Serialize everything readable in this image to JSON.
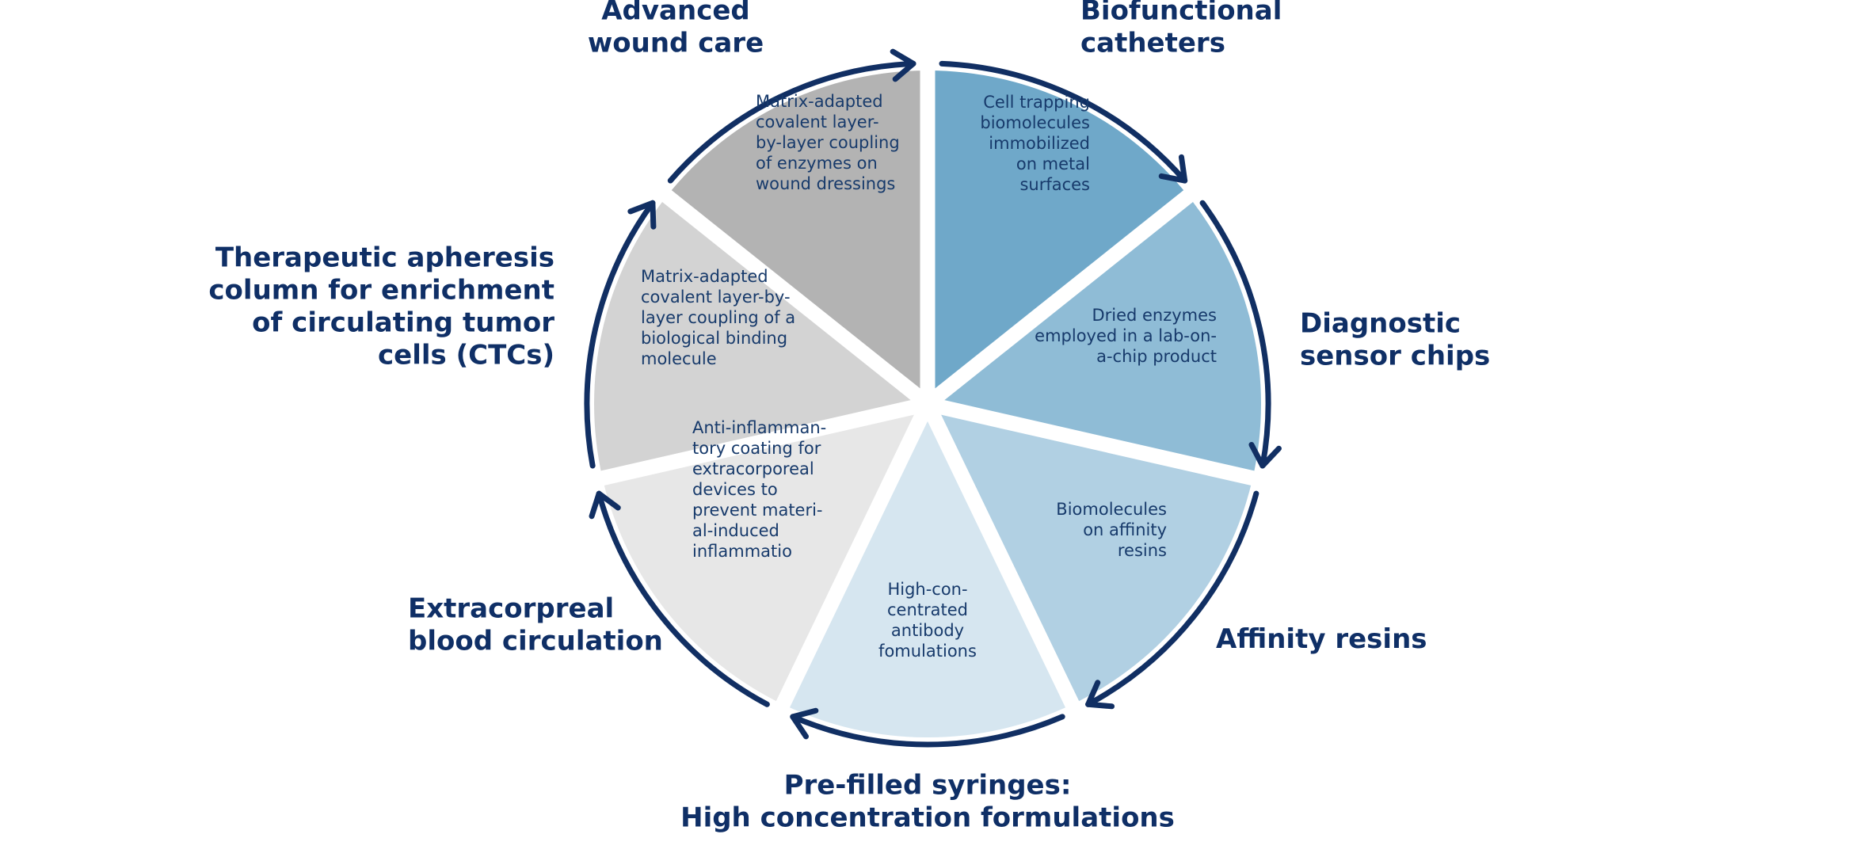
{
  "colors": {
    "ring": "#112f63",
    "label": "#0f2f66",
    "text": "#173a6b",
    "separator": "#ffffff"
  },
  "segments": [
    {
      "id": "biofunctional-catheters",
      "fill": "#6fa8c9",
      "title_lines": [
        "Biofunctional",
        "catheters"
      ],
      "description_lines": [
        "Cell trapping",
        "biomolecules",
        "immobilized",
        "on metal",
        "surfaces"
      ]
    },
    {
      "id": "diagnostic-sensor-chips",
      "fill": "#8fbcd6",
      "title_lines": [
        "Diagnostic",
        "sensor chips"
      ],
      "description_lines": [
        "Dried enzymes",
        "employed in a lab-on-",
        "a-chip product"
      ]
    },
    {
      "id": "affinity-resins",
      "fill": "#b1d0e3",
      "title_lines": [
        "Affinity resins"
      ],
      "description_lines": [
        "Biomolecules",
        "on affinity",
        "resins"
      ]
    },
    {
      "id": "pre-filled-syringes",
      "fill": "#d6e6f0",
      "title_lines": [
        "Pre-filled syringes:",
        "High concentration formulations"
      ],
      "description_lines": [
        "High-con-",
        "centrated",
        "antibody",
        "fomulations"
      ]
    },
    {
      "id": "extracorporeal-blood-circulation",
      "fill": "#e7e7e7",
      "title_lines": [
        "Extracorpreal",
        "blood circulation"
      ],
      "description_lines": [
        "Anti-inflamman-",
        "tory coating for",
        "extracorporeal",
        "devices to",
        "prevent materi-",
        "al-induced",
        "inflammatio"
      ]
    },
    {
      "id": "therapeutic-apheresis-column",
      "fill": "#d3d3d3",
      "title_lines": [
        "Therapeutic apheresis",
        "column for enrichment",
        "of circulating tumor",
        "cells (CTCs)"
      ],
      "description_lines": [
        "Matrix-adapted",
        "covalent layer-by-",
        "layer coupling of a",
        "biological binding",
        "molecule"
      ]
    },
    {
      "id": "advanced-wound-care",
      "fill": "#b3b3b3",
      "title_lines": [
        "Advanced",
        "wound care"
      ],
      "description_lines": [
        "Matrix-adapted",
        "covalent layer-",
        "by-layer coupling",
        "of enzymes on",
        "wound dressings"
      ]
    }
  ]
}
